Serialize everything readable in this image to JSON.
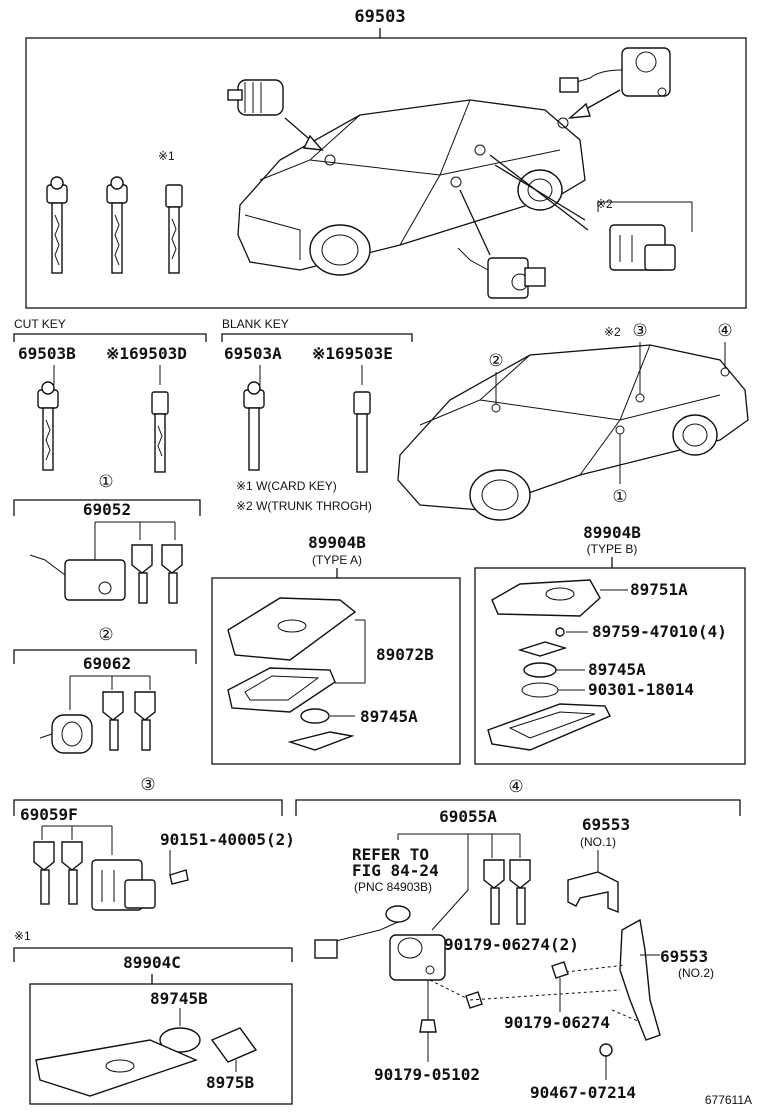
{
  "top": {
    "part_number": "69503",
    "note_mark_1": "※1",
    "note_mark_2": "※2"
  },
  "cut_key": {
    "label": "CUT KEY",
    "part_a": "69503B",
    "part_b": "※169503D"
  },
  "blank_key": {
    "label": "BLANK KEY",
    "part_a": "69503A",
    "part_b": "※169503E"
  },
  "car2": {
    "mark_2": "②",
    "mark_3": "③",
    "mark_4": "④",
    "mark_1": "①",
    "note_mark": "※2"
  },
  "notes": {
    "note1": "※1 W(CARD KEY)",
    "note2": "※2 W(TRUNK THROGH)"
  },
  "group1": {
    "marker": "①",
    "part_number": "69052"
  },
  "group2": {
    "marker": "②",
    "part_number": "69062"
  },
  "type_a": {
    "part_number": "89904B",
    "type_label": "(TYPE A)",
    "case_part": "89072B",
    "battery_part": "89745A"
  },
  "type_b": {
    "part_number": "89904B",
    "type_label": "(TYPE B)",
    "cover_part": "89751A",
    "screw_part": "89759-47010(4)",
    "battery_part": "89745A",
    "oring_part": "90301-18014"
  },
  "group3": {
    "marker": "③",
    "part_number": "69059F",
    "screw_part": "90151-40005(2)"
  },
  "card_key": {
    "note_mark": "※1",
    "part_number": "89904C",
    "battery_part": "89745B",
    "sheet_part": "8975B"
  },
  "group4": {
    "marker": "④",
    "part_number": "69055A",
    "refer_line1": "REFER TO",
    "refer_line2": "FIG 84-24",
    "refer_line3": "(PNC 84903B)",
    "nut_part": "90179-06274(2)",
    "bolt_part": "90179-05102"
  },
  "bracket": {
    "part1": "69553",
    "part1_note": "(NO.1)",
    "part2": "69553",
    "part2_note": "(NO.2)",
    "nut_part": "90179-06274",
    "clip_part": "90467-07214"
  },
  "figure_code": "677611A"
}
